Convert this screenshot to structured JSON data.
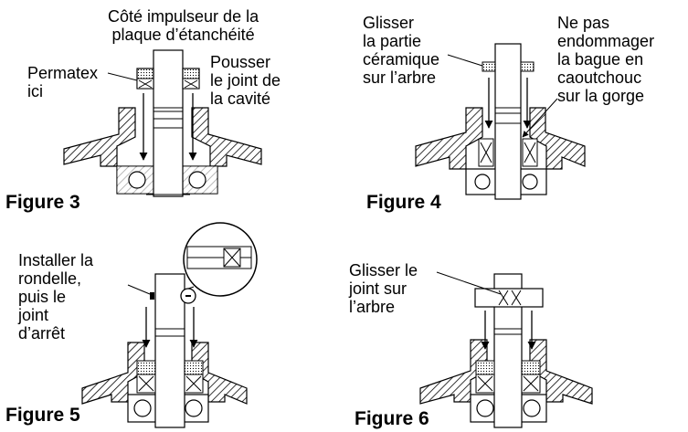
{
  "panels": [
    {
      "figure_label": "Figure 3",
      "labels": {
        "top": "Côté impulseur de la\nplaque d’étanchéité",
        "left": "Permatex\nici",
        "right": "Pousser\nle joint de\nla cavité"
      }
    },
    {
      "figure_label": "Figure 4",
      "labels": {
        "left": "Glisser\nla partie\ncéramique\nsur l’arbre",
        "right": "Ne pas\nendommager\nla bague en\ncaoutchouc\nsur la gorge"
      }
    },
    {
      "figure_label": "Figure 5",
      "labels": {
        "left": "Installer la\nrondelle,\npuis le\njoint\nd’arrêt"
      }
    },
    {
      "figure_label": "Figure 6",
      "labels": {
        "left": "Glisser le\njoint sur\nl’arbre"
      }
    }
  ]
}
